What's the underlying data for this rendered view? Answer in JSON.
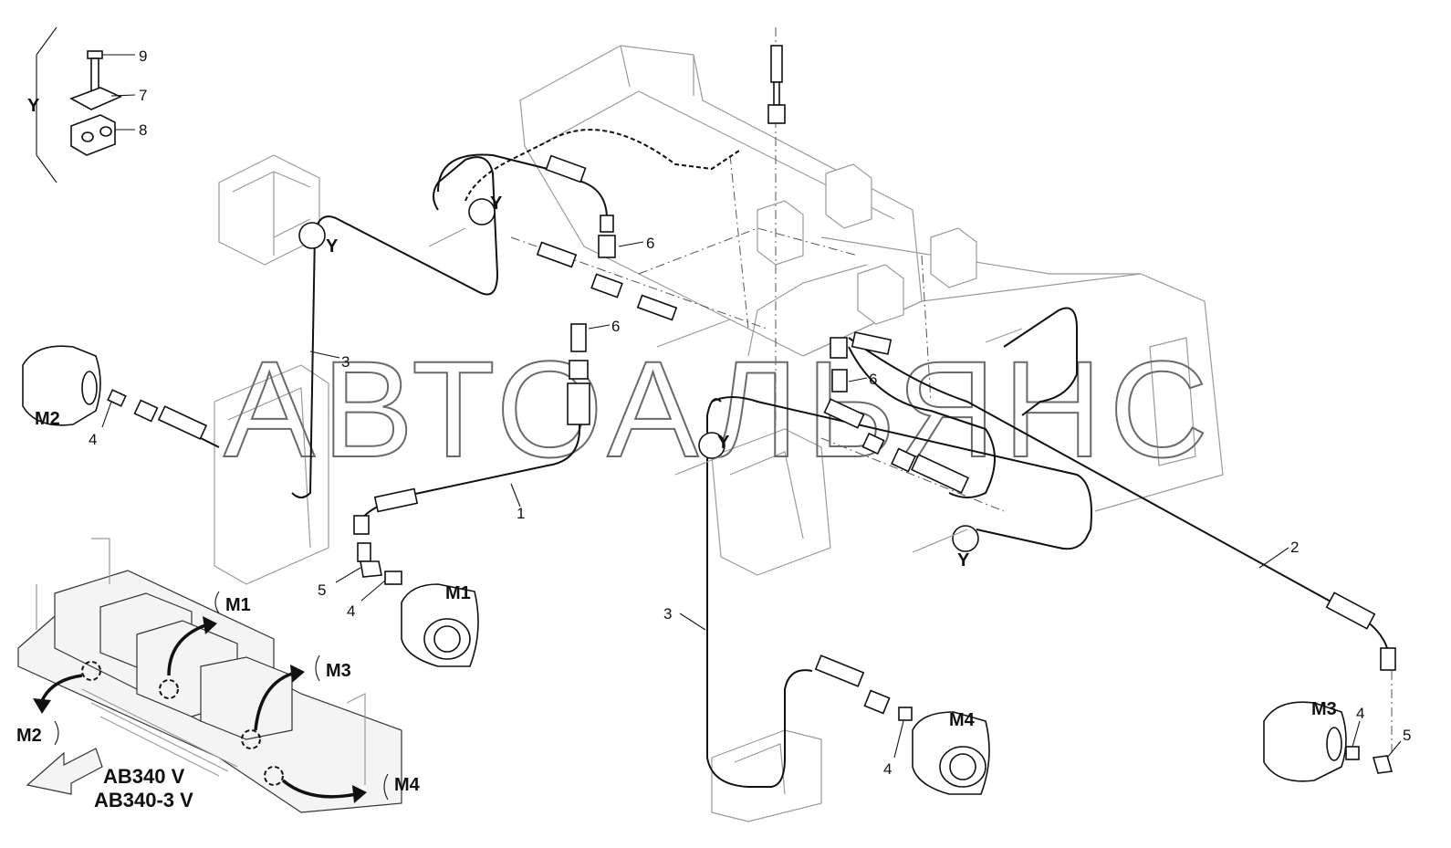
{
  "watermark": "АВТОАЛЬЯНС",
  "detail": {
    "label": "Y",
    "items": [
      {
        "num": "9",
        "part": "bolt"
      },
      {
        "num": "7",
        "part": "cover-plate"
      },
      {
        "num": "8",
        "part": "clamp-block"
      }
    ]
  },
  "callouts": {
    "hose1": "1",
    "hose2": "2",
    "hose3_left": "3",
    "hose3_center": "3",
    "fitting4_m2": "4",
    "fitting4_m1": "4",
    "fitting4_m4": "4",
    "fitting4_m3": "4",
    "elbow5_m1": "5",
    "elbow5_m3": "5",
    "union6_top": "6",
    "union6_mid": "6",
    "union6_right": "6"
  },
  "clamp_markers": [
    "Y",
    "Y",
    "Y",
    "Y"
  ],
  "motors": {
    "m1": "M1",
    "m2": "M2",
    "m3": "M3",
    "m4": "M4"
  },
  "overview": {
    "m1": "M1",
    "m2": "M2",
    "m3": "M3",
    "m4": "M4",
    "model_line1": "AB340 V",
    "model_line2": "AB340-3 V"
  }
}
